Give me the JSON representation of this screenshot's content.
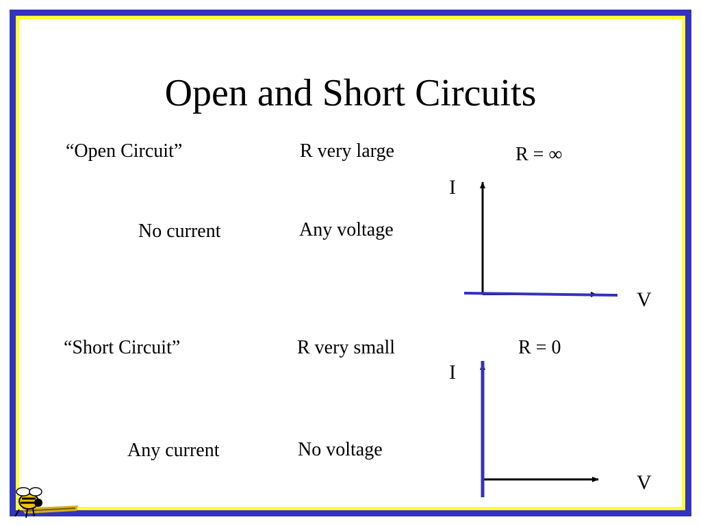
{
  "title": "Open and Short Circuits",
  "colors": {
    "border": "#3333bb",
    "accent": "#ffff33",
    "curve": "#3333bb",
    "axis": "#000000"
  },
  "open_circuit": {
    "name": "“Open Circuit”",
    "resistance": "R very large",
    "equation": "R = ∞",
    "current": "No current",
    "voltage": "Any voltage",
    "y_axis": "I",
    "x_axis": "V"
  },
  "short_circuit": {
    "name": "“Short Circuit”",
    "resistance": "R very small",
    "equation": "R = 0",
    "current": "Any current",
    "voltage": "No voltage",
    "y_axis": "I",
    "x_axis": "V"
  },
  "logo": {
    "icon": "yellow-jacket-logo-icon"
  }
}
